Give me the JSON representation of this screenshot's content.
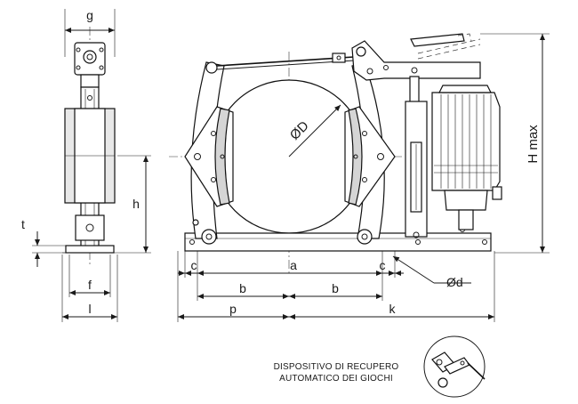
{
  "drawing": {
    "labels": {
      "g": "g",
      "t": "t",
      "h": "h",
      "f": "f",
      "l": "l",
      "c_left": "c",
      "a": "a",
      "c_right": "c",
      "b_left": "b",
      "b_right": "b",
      "p": "p",
      "k": "k",
      "D": "ØD",
      "d": "Ød",
      "H": "H max"
    },
    "caption": {
      "line1": "DISPOSITIVO DI RECUPERO",
      "line2": "AUTOMATICO DEI GIOCHI"
    }
  }
}
